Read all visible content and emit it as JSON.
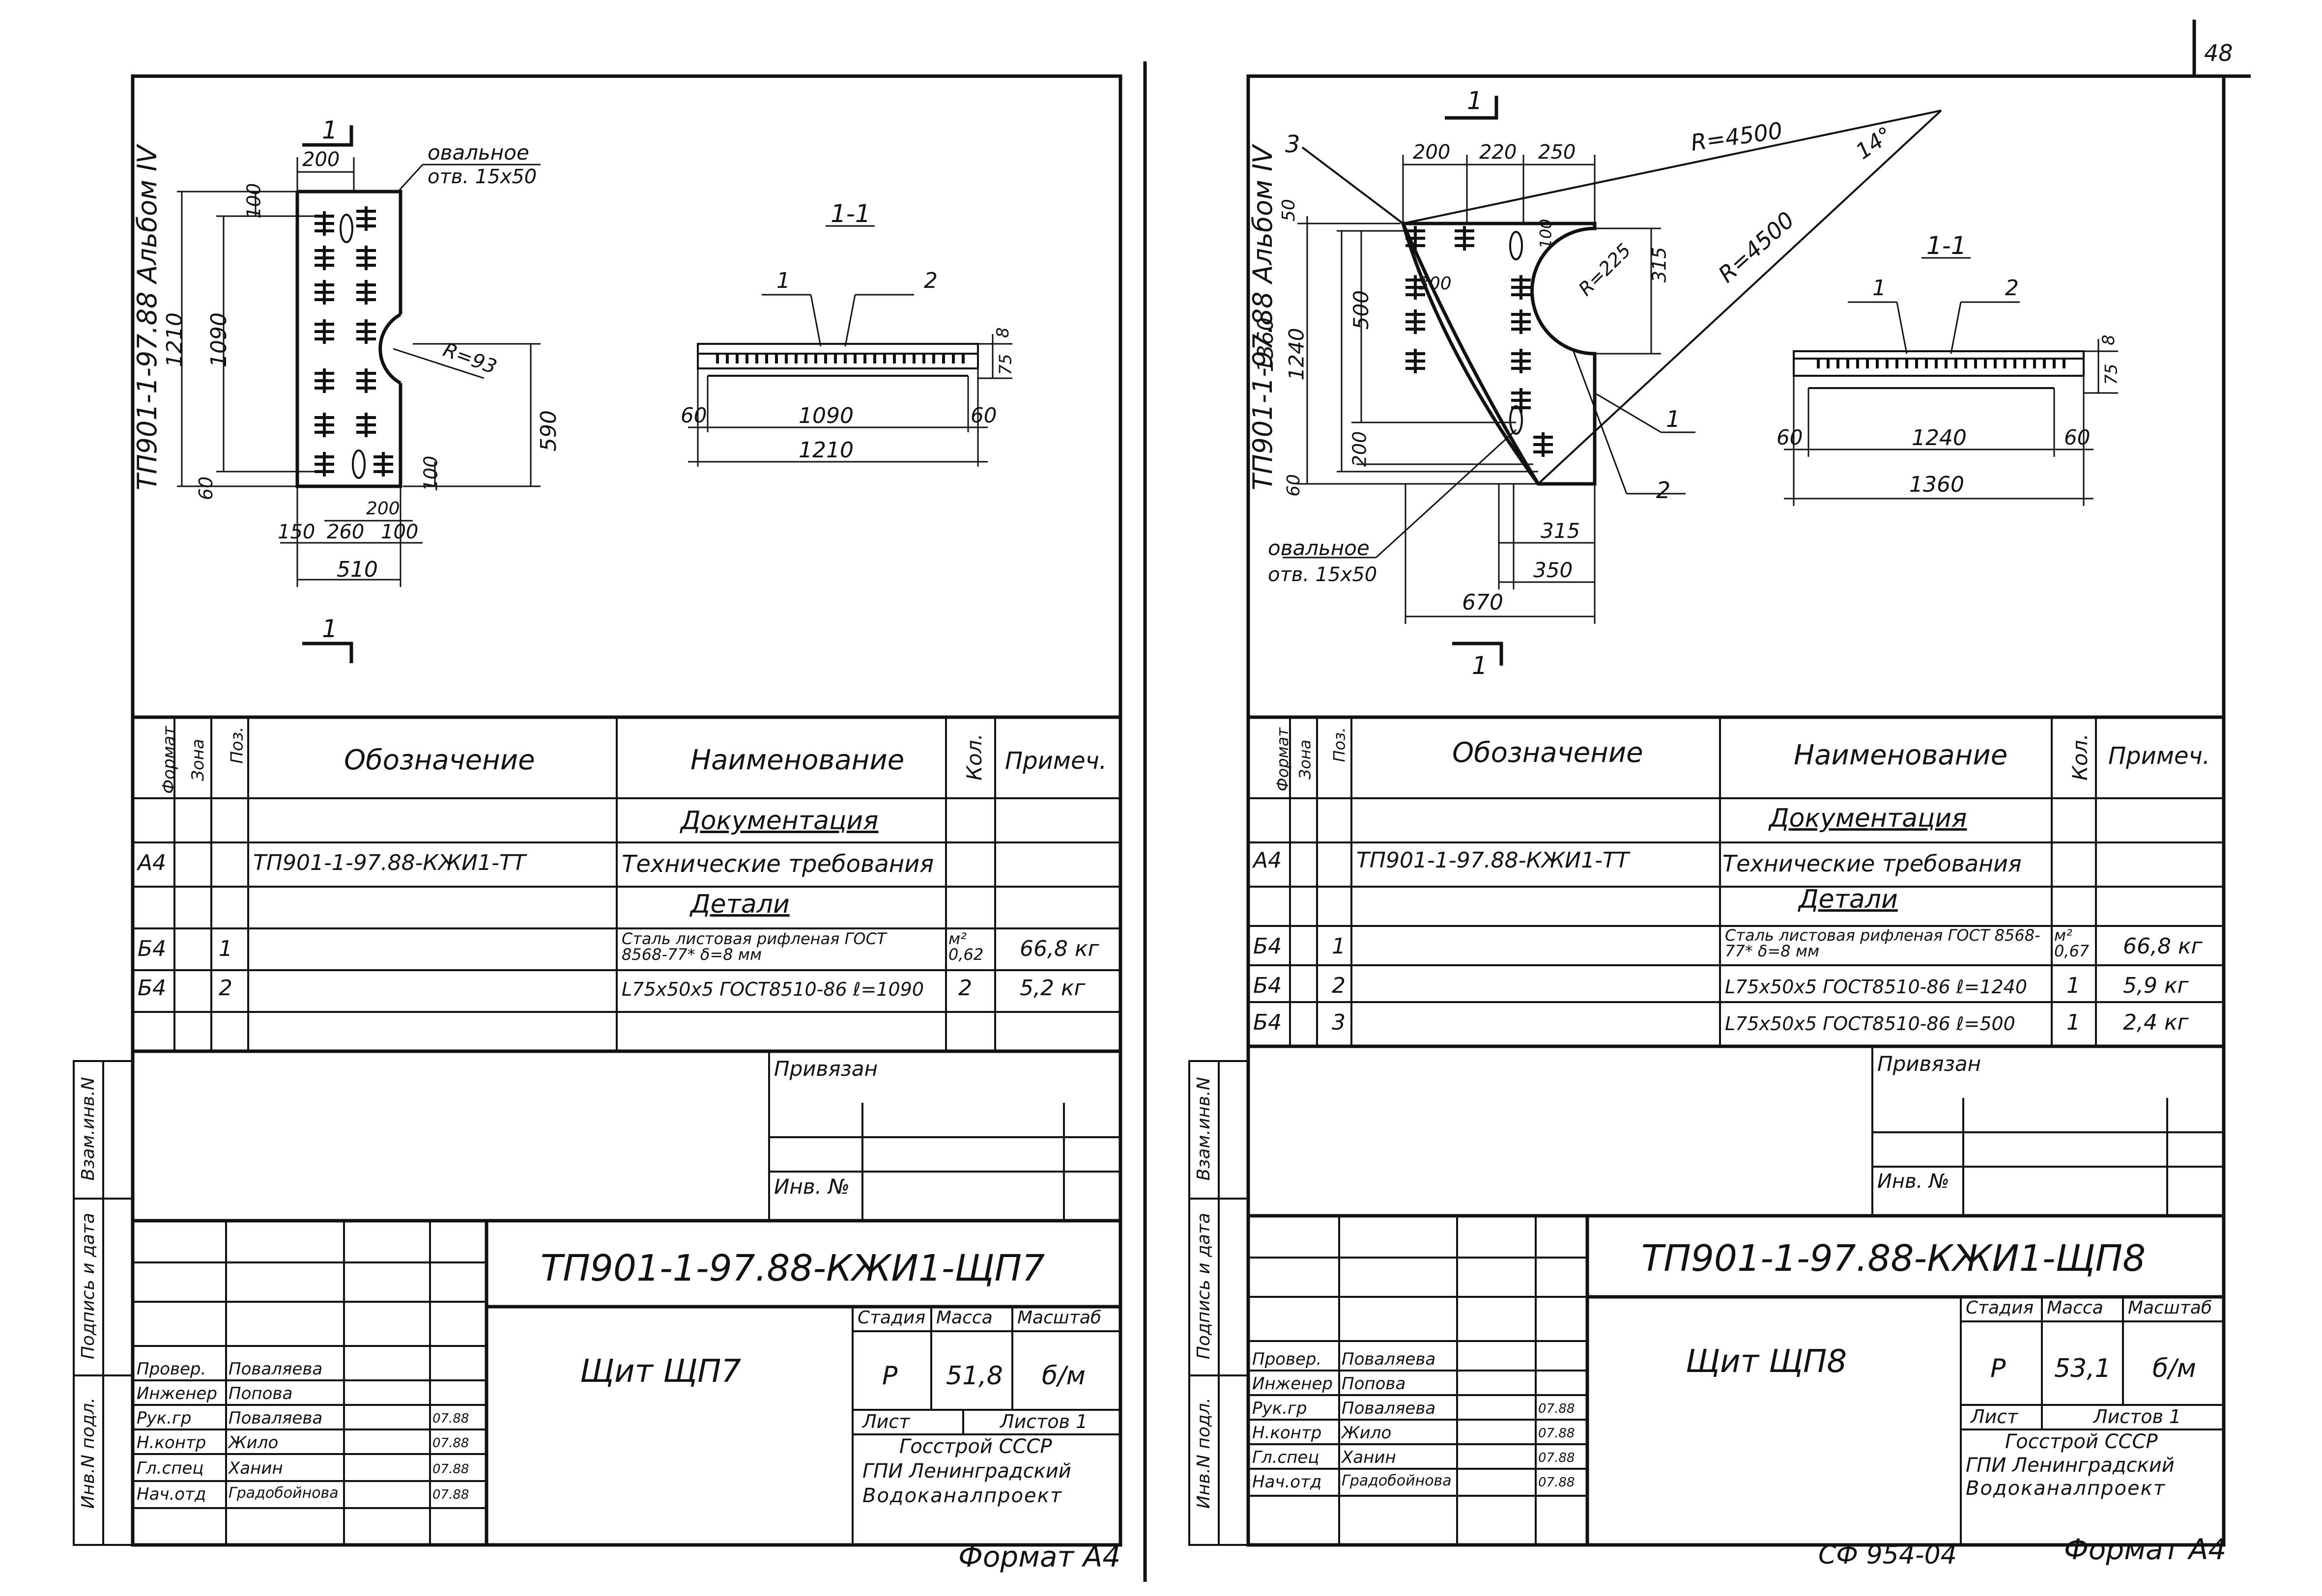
{
  "page_number": "48",
  "bottom_code": "СФ 954-04",
  "left": {
    "side_title": "ТП901-1-97.88  Альбом IV",
    "format_text": "Формат А4",
    "plan": {
      "section_mark": "1",
      "hole_note_1": "овальное",
      "hole_note_2": "отв. 15х50",
      "dims": [
        "200",
        "100",
        "1210",
        "1090",
        "R=93",
        "590",
        "60",
        "100",
        "200",
        "150",
        "260",
        "100",
        "510"
      ]
    },
    "section": {
      "title": "1-1",
      "leader_1": "1",
      "leader_2": "2",
      "dims": [
        "8",
        "75",
        "60",
        "1090",
        "60",
        "1210"
      ]
    },
    "spec": {
      "headers": [
        "Формат",
        "Зона",
        "Поз.",
        "Обозначение",
        "Наименование",
        "Кол.",
        "Примеч."
      ],
      "rows": [
        {
          "format": "",
          "pos": "",
          "designation": "",
          "name": "Документация",
          "qty": "",
          "note": ""
        },
        {
          "format": "А4",
          "pos": "",
          "designation": "ТП901-1-97.88-КЖИ1-ТТ",
          "name": "Технические требования",
          "qty": "",
          "note": ""
        },
        {
          "format": "",
          "pos": "",
          "designation": "",
          "name": "Детали",
          "qty": "",
          "note": ""
        },
        {
          "format": "Б4",
          "pos": "1",
          "designation": "",
          "name": "Сталь листовая рифленая ГОСТ 8568-77* δ=8 мм",
          "qty": "м² 0,62",
          "note": "66,8 кг"
        },
        {
          "format": "Б4",
          "pos": "2",
          "designation": "",
          "name": "L75х50х5 ГОСТ8510-86 ℓ=1090",
          "qty": "2",
          "note": "5,2 кг"
        }
      ]
    },
    "stamp_side": [
      "Инв.N подл.",
      "Подпись и дата",
      "Взам.инв.N"
    ],
    "bound_label": "Привязан",
    "inv_label": "Инв. №",
    "doc_code": "ТП901-1-97.88-КЖИ1-ЩП7",
    "item_name": "Щит ЩП7",
    "stage_labels": [
      "Стадия",
      "Масса",
      "Масштаб"
    ],
    "stage": "Р",
    "mass": "51,8",
    "scale": "б/м",
    "sheet_label": "Лист",
    "sheets_label": "Листов 1",
    "org": [
      "Госстрой СССР",
      "ГПИ Ленинградский",
      "Водоканалпроект"
    ],
    "people": [
      {
        "role": "Провер.",
        "name": "Поваляева",
        "date": ""
      },
      {
        "role": "Инженер",
        "name": "Попова",
        "date": ""
      },
      {
        "role": "Рук.гр",
        "name": "Поваляева",
        "date": "07.88"
      },
      {
        "role": "Н.контр",
        "name": "Жило",
        "date": "07.88"
      },
      {
        "role": "Гл.спец",
        "name": "Ханин",
        "date": "07.88"
      },
      {
        "role": "Нач.отд",
        "name": "Градобойнова",
        "date": "07.88"
      }
    ]
  },
  "right": {
    "side_title": "ТП901-1-97.88  Альбом IV",
    "format_text": "Формат А4",
    "plan": {
      "section_mark": "1",
      "hole_note_1": "овальное",
      "hole_note_2": "отв. 15х50",
      "radius_1": "R=4500",
      "radius_2": "R=4500",
      "angle": "14°",
      "dims": [
        "3",
        "200",
        "220",
        "250",
        "50",
        "100",
        "500",
        "1240",
        "1360",
        "300",
        "R=225",
        "315",
        "200",
        "60",
        "315",
        "350",
        "670"
      ]
    },
    "section": {
      "title": "1-1",
      "leader_1": "1",
      "leader_2": "2",
      "dims": [
        "8",
        "75",
        "60",
        "1240",
        "60",
        "1360"
      ]
    },
    "spec": {
      "headers": [
        "Формат",
        "Зона",
        "Поз.",
        "Обозначение",
        "Наименование",
        "Кол.",
        "Примеч."
      ],
      "rows": [
        {
          "format": "",
          "pos": "",
          "designation": "",
          "name": "Документация",
          "qty": "",
          "note": ""
        },
        {
          "format": "А4",
          "pos": "",
          "designation": "ТП901-1-97.88-КЖИ1-ТТ",
          "name": "Технические требования",
          "qty": "",
          "note": ""
        },
        {
          "format": "",
          "pos": "",
          "designation": "",
          "name": "Детали",
          "qty": "",
          "note": ""
        },
        {
          "format": "Б4",
          "pos": "1",
          "designation": "",
          "name": "Сталь листовая рифленая ГОСТ 8568-77* δ=8 мм",
          "qty": "м² 0,67",
          "note": "66,8 кг"
        },
        {
          "format": "Б4",
          "pos": "2",
          "designation": "",
          "name": "L75х50х5 ГОСТ8510-86 ℓ=1240",
          "qty": "1",
          "note": "5,9 кг"
        },
        {
          "format": "Б4",
          "pos": "3",
          "designation": "",
          "name": "L75х50х5 ГОСТ8510-86 ℓ=500",
          "qty": "1",
          "note": "2,4 кг"
        }
      ]
    },
    "stamp_side": [
      "Инв.N подл.",
      "Подпись и дата",
      "Взам.инв.N"
    ],
    "bound_label": "Привязан",
    "inv_label": "Инв. №",
    "doc_code": "ТП901-1-97.88-КЖИ1-ЩП8",
    "item_name": "Щит ЩП8",
    "stage_labels": [
      "Стадия",
      "Масса",
      "Масштаб"
    ],
    "stage": "Р",
    "mass": "53,1",
    "scale": "б/м",
    "sheet_label": "Лист",
    "sheets_label": "Листов 1",
    "org": [
      "Госстрой СССР",
      "ГПИ Ленинградский",
      "Водоканалпроект"
    ],
    "people": [
      {
        "role": "Провер.",
        "name": "Поваляева",
        "date": ""
      },
      {
        "role": "Инженер",
        "name": "Попова",
        "date": ""
      },
      {
        "role": "Рук.гр",
        "name": "Поваляева",
        "date": "07.88"
      },
      {
        "role": "Н.контр",
        "name": "Жило",
        "date": "07.88"
      },
      {
        "role": "Гл.спец",
        "name": "Ханин",
        "date": "07.88"
      },
      {
        "role": "Нач.отд",
        "name": "Градобойнова",
        "date": "07.88"
      }
    ]
  }
}
